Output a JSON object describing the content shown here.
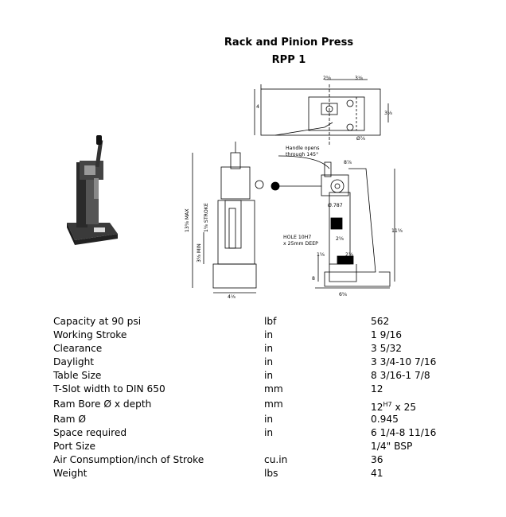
{
  "header": {
    "title": "Rack and Pinion Press",
    "model": "RPP 1"
  },
  "drawing": {
    "handle_note_line1": "Handle opens",
    "handle_note_line2": "through 145°",
    "hole_note_line1": "HOLE 10H7",
    "hole_note_line2": "x 25mm DEEP",
    "stroke_label": "1⅝ STROKE",
    "daylight_label": "13⅝ MAX",
    "clearance_label": "3⅝ MIN",
    "dim_top_left": "2⅝",
    "dim_top_right": "3⅛",
    "dim_side": "4",
    "dim_right_small": "3⅛",
    "dim_handle": "8⅞",
    "dim_height": "11⅝",
    "dim_slot": "2⅝",
    "dim_lower_left": "1⅝",
    "dim_lower_right": "2⅞",
    "dim_base_left": "4⅛",
    "dim_base_right": "6⅝",
    "dim_ram": "Ø.787",
    "dim_base_height": "8",
    "dim_small_circle": "Ø⅞"
  },
  "specs": [
    {
      "label": "Capacity at 90 psi",
      "unit": "lbf",
      "value": "562"
    },
    {
      "label": "Working Stroke",
      "unit": "in",
      "value": "1 9/16"
    },
    {
      "label": "Clearance",
      "unit": "in",
      "value": "3 5/32"
    },
    {
      "label": "Daylight",
      "unit": "in",
      "value": "3 3/4-10 7/16"
    },
    {
      "label": "Table Size",
      "unit": "in",
      "value": "8 3/16-1 7/8"
    },
    {
      "label": "T-Slot width to DIN 650",
      "unit": "mm",
      "value": "12"
    },
    {
      "label": "Ram Bore Ø x depth",
      "unit": "mm",
      "value": "12",
      "value_sup": "H7",
      "value_tail": " x 25"
    },
    {
      "label": "Ram Ø",
      "unit": "in",
      "value": "0.945"
    },
    {
      "label": "Space required",
      "unit": "in",
      "value": "6 1/4-8 11/16"
    },
    {
      "label": "Port Size",
      "unit": "",
      "value": "1/4\" BSP"
    },
    {
      "label": "Air Consumption/inch of Stroke",
      "unit": "cu.in",
      "value": "36"
    },
    {
      "label": "Weight",
      "unit": "lbs",
      "value": "41"
    }
  ]
}
